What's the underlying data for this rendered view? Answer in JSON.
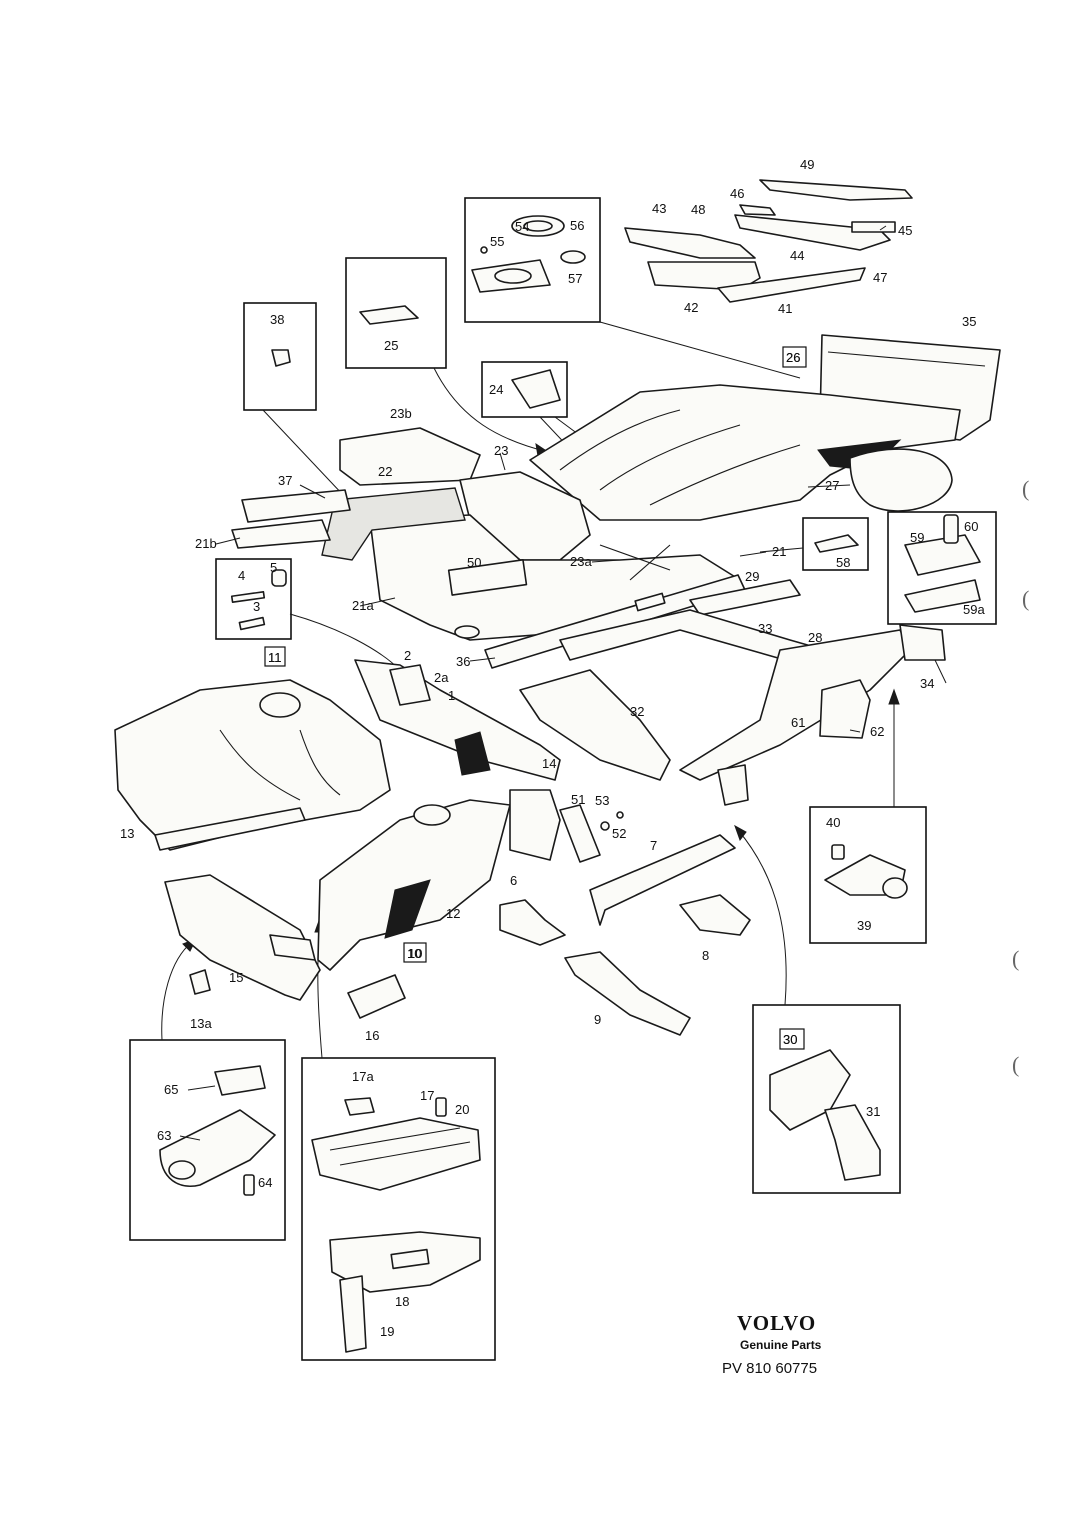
{
  "diagram": {
    "part_labels": [
      "1",
      "2",
      "2a",
      "3",
      "4",
      "5",
      "6",
      "7",
      "8",
      "9",
      "10",
      "11",
      "12",
      "13",
      "13a",
      "14",
      "15",
      "16",
      "17",
      "17a",
      "18",
      "19",
      "20",
      "21",
      "21a",
      "21b",
      "22",
      "23",
      "23a",
      "23b",
      "24",
      "25",
      "26",
      "27",
      "28",
      "29",
      "30",
      "31",
      "32",
      "33",
      "34",
      "35",
      "36",
      "37",
      "38",
      "39",
      "40",
      "41",
      "42",
      "43",
      "44",
      "45",
      "46",
      "47",
      "48",
      "49",
      "50",
      "51",
      "52",
      "53",
      "54",
      "55",
      "56",
      "57",
      "58",
      "59",
      "59a",
      "60",
      "61",
      "62",
      "63",
      "64",
      "65"
    ],
    "boxed_labels": [
      "10",
      "11",
      "26",
      "30"
    ]
  },
  "brand": {
    "logo": "VOLVO",
    "subtitle": "Genuine Parts",
    "reference": "PV  810 60775"
  },
  "margin_marks": [
    "(",
    "(",
    "(",
    "("
  ]
}
